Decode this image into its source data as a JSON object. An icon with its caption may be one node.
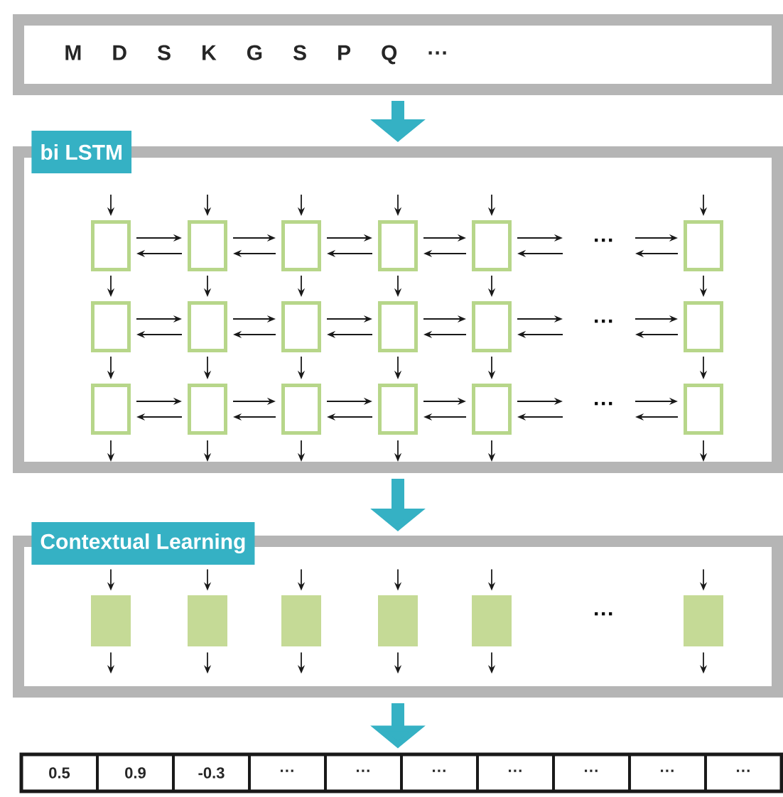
{
  "diagram": {
    "nodes": [
      {
        "text": [
          "M D S K G S P Q ···"
        ]
      },
      {
        "text": [
          "bi LSTM"
        ]
      },
      {
        "text": [],
        "shape": "box",
        "in": 1
      },
      {
        "text": [],
        "shape": "box",
        "in": 1
      },
      {
        "text": [],
        "shape": "box",
        "in": 1
      },
      {
        "text": [],
        "shape": "box",
        "in": 1
      },
      {
        "text": [],
        "shape": "box",
        "in": 1
      },
      {
        "text": [],
        "shape": "box",
        "in": 1
      },
      {
        "text": [],
        "shape": "box",
        "in": 1
      },
      {
        "text": [],
        "shape": "box",
        "in": 1
      },
      {
        "text": [],
        "shape": "box",
        "in": 1
      },
      {
        "text": [],
        "shape": "box",
        "in": 1
      },
      {
        "text": [],
        "shape": "box",
        "in": 1
      },
      {
        "text": [],
        "shape": "box",
        "in": 1
      },
      {
        "text": [],
        "shape": "box",
        "in": 1
      },
      {
        "text": [],
        "shape": "box",
        "in": 1
      },
      {
        "text": [],
        "shape": "box",
        "in": 1
      },
      {
        "text": [],
        "shape": "box",
        "in": 1
      },
      {
        "text": [],
        "shape": "box",
        "in": 1
      },
      {
        "text": [],
        "shape": "box",
        "in": 1
      },
      {
        "text": [
          "Contextual Learning"
        ]
      },
      {
        "text": [],
        "shape": "box",
        "in": 20
      },
      {
        "text": [],
        "shape": "box",
        "in": 20
      },
      {
        "text": [],
        "shape": "box",
        "in": 20
      },
      {
        "text": [],
        "shape": "box",
        "in": 20
      },
      {
        "text": [],
        "shape": "box",
        "in": 20
      },
      {
        "text": [],
        "shape": "box",
        "in": 20
      },
      {
        "text": [],
        "shape": "box"
      },
      {
        "text": [
          "0.5"
        ],
        "in": 27
      },
      {
        "text": [
          "0.9"
        ],
        "in": 27
      },
      {
        "text": [
          "-0.3"
        ],
        "in": 27
      },
      {
        "text": [
          "···"
        ],
        "in": 27
      },
      {
        "text": [
          "···"
        ],
        "in": 27
      },
      {
        "text": [
          "···"
        ],
        "in": 27
      },
      {
        "text": [
          "···"
        ],
        "in": 27
      },
      {
        "text": [
          "···"
        ],
        "in": 27
      },
      {
        "text": [
          "···"
        ],
        "in": 27
      },
      {
        "text": [
          "···"
        ],
        "in": 27
      }
    ],
    "edges": [
      {
        "from": 0,
        "to": 1,
        "arrow": "to",
        "style": "thick",
        "color": "#35b1c4"
      },
      {
        "from": 1,
        "to": 20,
        "arrow": "to",
        "style": "thick",
        "color": "#35b1c4"
      },
      {
        "from": 20,
        "to": 27,
        "arrow": "to",
        "style": "thick",
        "color": "#35b1c4"
      },
      {
        "from": null,
        "to": 2,
        "arrow": "to"
      },
      {
        "from": null,
        "to": 3,
        "arrow": "to"
      },
      {
        "from": null,
        "to": 4,
        "arrow": "to"
      },
      {
        "from": null,
        "to": 5,
        "arrow": "to"
      },
      {
        "from": null,
        "to": 6,
        "arrow": "to"
      },
      {
        "from": null,
        "to": 7,
        "arrow": "to"
      },
      {
        "from": 2,
        "to": 8,
        "arrow": "to"
      },
      {
        "from": 3,
        "to": 9,
        "arrow": "to"
      },
      {
        "from": 4,
        "to": 10,
        "arrow": "to"
      },
      {
        "from": 5,
        "to": 11,
        "arrow": "to"
      },
      {
        "from": 6,
        "to": 12,
        "arrow": "to"
      },
      {
        "from": 7,
        "to": 13,
        "arrow": "to"
      },
      {
        "from": 8,
        "to": 14,
        "arrow": "to"
      },
      {
        "from": 9,
        "to": 15,
        "arrow": "to"
      },
      {
        "from": 10,
        "to": 16,
        "arrow": "to"
      },
      {
        "from": 11,
        "to": 17,
        "arrow": "to"
      },
      {
        "from": 12,
        "to": 18,
        "arrow": "to"
      },
      {
        "from": 13,
        "to": 19,
        "arrow": "to"
      },
      {
        "from": 14,
        "to": null,
        "arrow": "to"
      },
      {
        "from": 15,
        "to": null,
        "arrow": "to"
      },
      {
        "from": 16,
        "to": null,
        "arrow": "to"
      },
      {
        "from": 17,
        "to": null,
        "arrow": "to"
      },
      {
        "from": 18,
        "to": null,
        "arrow": "to"
      },
      {
        "from": 19,
        "to": null,
        "arrow": "to"
      },
      {
        "from": 2,
        "to": 3,
        "arrow": "to"
      },
      {
        "from": 3,
        "to": 2,
        "arrow": "to"
      },
      {
        "from": 3,
        "to": 4,
        "arrow": "to"
      },
      {
        "from": 4,
        "to": 3,
        "arrow": "to"
      },
      {
        "from": 4,
        "to": 5,
        "arrow": "to"
      },
      {
        "from": 5,
        "to": 4,
        "arrow": "to"
      },
      {
        "from": 5,
        "to": 6,
        "arrow": "to"
      },
      {
        "from": 6,
        "to": 5,
        "arrow": "to"
      },
      {
        "from": 6,
        "to": null,
        "arrow": "to"
      },
      {
        "from": null,
        "to": 6,
        "arrow": "to"
      },
      {
        "from": null,
        "to": 7,
        "arrow": "to"
      },
      {
        "from": 7,
        "to": null,
        "arrow": "to"
      },
      {
        "from": 8,
        "to": 9,
        "arrow": "to"
      },
      {
        "from": 9,
        "to": 8,
        "arrow": "to"
      },
      {
        "from": 9,
        "to": 10,
        "arrow": "to"
      },
      {
        "from": 10,
        "to": 9,
        "arrow": "to"
      },
      {
        "from": 10,
        "to": 11,
        "arrow": "to"
      },
      {
        "from": 11,
        "to": 10,
        "arrow": "to"
      },
      {
        "from": 11,
        "to": 12,
        "arrow": "to"
      },
      {
        "from": 12,
        "to": 11,
        "arrow": "to"
      },
      {
        "from": 12,
        "to": null,
        "arrow": "to"
      },
      {
        "from": null,
        "to": 12,
        "arrow": "to"
      },
      {
        "from": null,
        "to": 13,
        "arrow": "to"
      },
      {
        "from": 13,
        "to": null,
        "arrow": "to"
      },
      {
        "from": 14,
        "to": 15,
        "arrow": "to"
      },
      {
        "from": 15,
        "to": 14,
        "arrow": "to"
      },
      {
        "from": 15,
        "to": 16,
        "arrow": "to"
      },
      {
        "from": 16,
        "to": 15,
        "arrow": "to"
      },
      {
        "from": 16,
        "to": 17,
        "arrow": "to"
      },
      {
        "from": 17,
        "to": 16,
        "arrow": "to"
      },
      {
        "from": 17,
        "to": 18,
        "arrow": "to"
      },
      {
        "from": 18,
        "to": 17,
        "arrow": "to"
      },
      {
        "from": 18,
        "to": null,
        "arrow": "to"
      },
      {
        "from": null,
        "to": 18,
        "arrow": "to"
      },
      {
        "from": null,
        "to": 19,
        "arrow": "to"
      },
      {
        "from": 19,
        "to": null,
        "arrow": "to"
      },
      {
        "from": null,
        "to": 21,
        "arrow": "to"
      },
      {
        "from": 21,
        "to": null,
        "arrow": "to"
      },
      {
        "from": null,
        "to": 22,
        "arrow": "to"
      },
      {
        "from": 22,
        "to": null,
        "arrow": "to"
      },
      {
        "from": null,
        "to": 23,
        "arrow": "to"
      },
      {
        "from": 23,
        "to": null,
        "arrow": "to"
      },
      {
        "from": null,
        "to": 24,
        "arrow": "to"
      },
      {
        "from": 24,
        "to": null,
        "arrow": "to"
      },
      {
        "from": null,
        "to": 25,
        "arrow": "to"
      },
      {
        "from": 25,
        "to": null,
        "arrow": "to"
      },
      {
        "from": null,
        "to": 26,
        "arrow": "to"
      },
      {
        "from": 26,
        "to": null,
        "arrow": "to"
      }
    ],
    "labels": [
      "···",
      "···",
      "···",
      "···"
    ]
  }
}
